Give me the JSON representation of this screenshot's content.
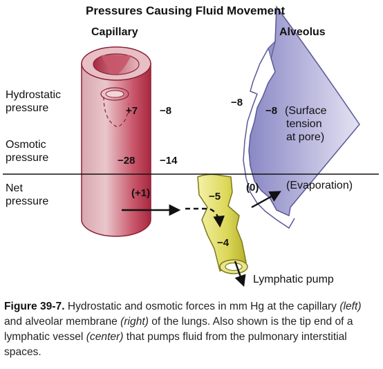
{
  "title": "Pressures Causing Fluid Movement",
  "columns": {
    "capillary": "Capillary",
    "alveolus": "Alveolus"
  },
  "row_labels": {
    "hydrostatic": [
      "Hydrostatic",
      "pressure"
    ],
    "osmotic": [
      "Osmotic",
      "pressure"
    ],
    "net": [
      "Net",
      "pressure"
    ]
  },
  "values": {
    "cap_hydrostatic_in": "+7",
    "cap_hydrostatic_out": "−8",
    "cap_osmotic_in": "−28",
    "cap_osmotic_out": "−14",
    "cap_net": "(+1)",
    "alv_hydrostatic_out": "−8",
    "alv_hydrostatic_in": "−8",
    "alv_net": "(0)",
    "lymph_upper": "−5",
    "lymph_lower": "−4"
  },
  "annotations": {
    "surface_tension": [
      "(Surface",
      "tension",
      "at pore)"
    ],
    "evaporation": "(Evaporation)",
    "lymphatic_pump": "Lymphatic pump"
  },
  "caption": {
    "figure": "Figure 39-7.",
    "t1": " Hydrostatic and osmotic forces in mm Hg at the capillary ",
    "left": "(left)",
    "t2": " and alveolar membrane ",
    "right": "(right)",
    "t3": " of the lungs. Also shown is the tip end of a lymphatic vessel ",
    "center": "(center)",
    "t4": " that pumps fluid from the pulmonary interstitial spaces."
  },
  "colors": {
    "capillary": "#c8374f",
    "alveolus": "#8e8cc6",
    "lymphatic": "#dcd85a"
  }
}
